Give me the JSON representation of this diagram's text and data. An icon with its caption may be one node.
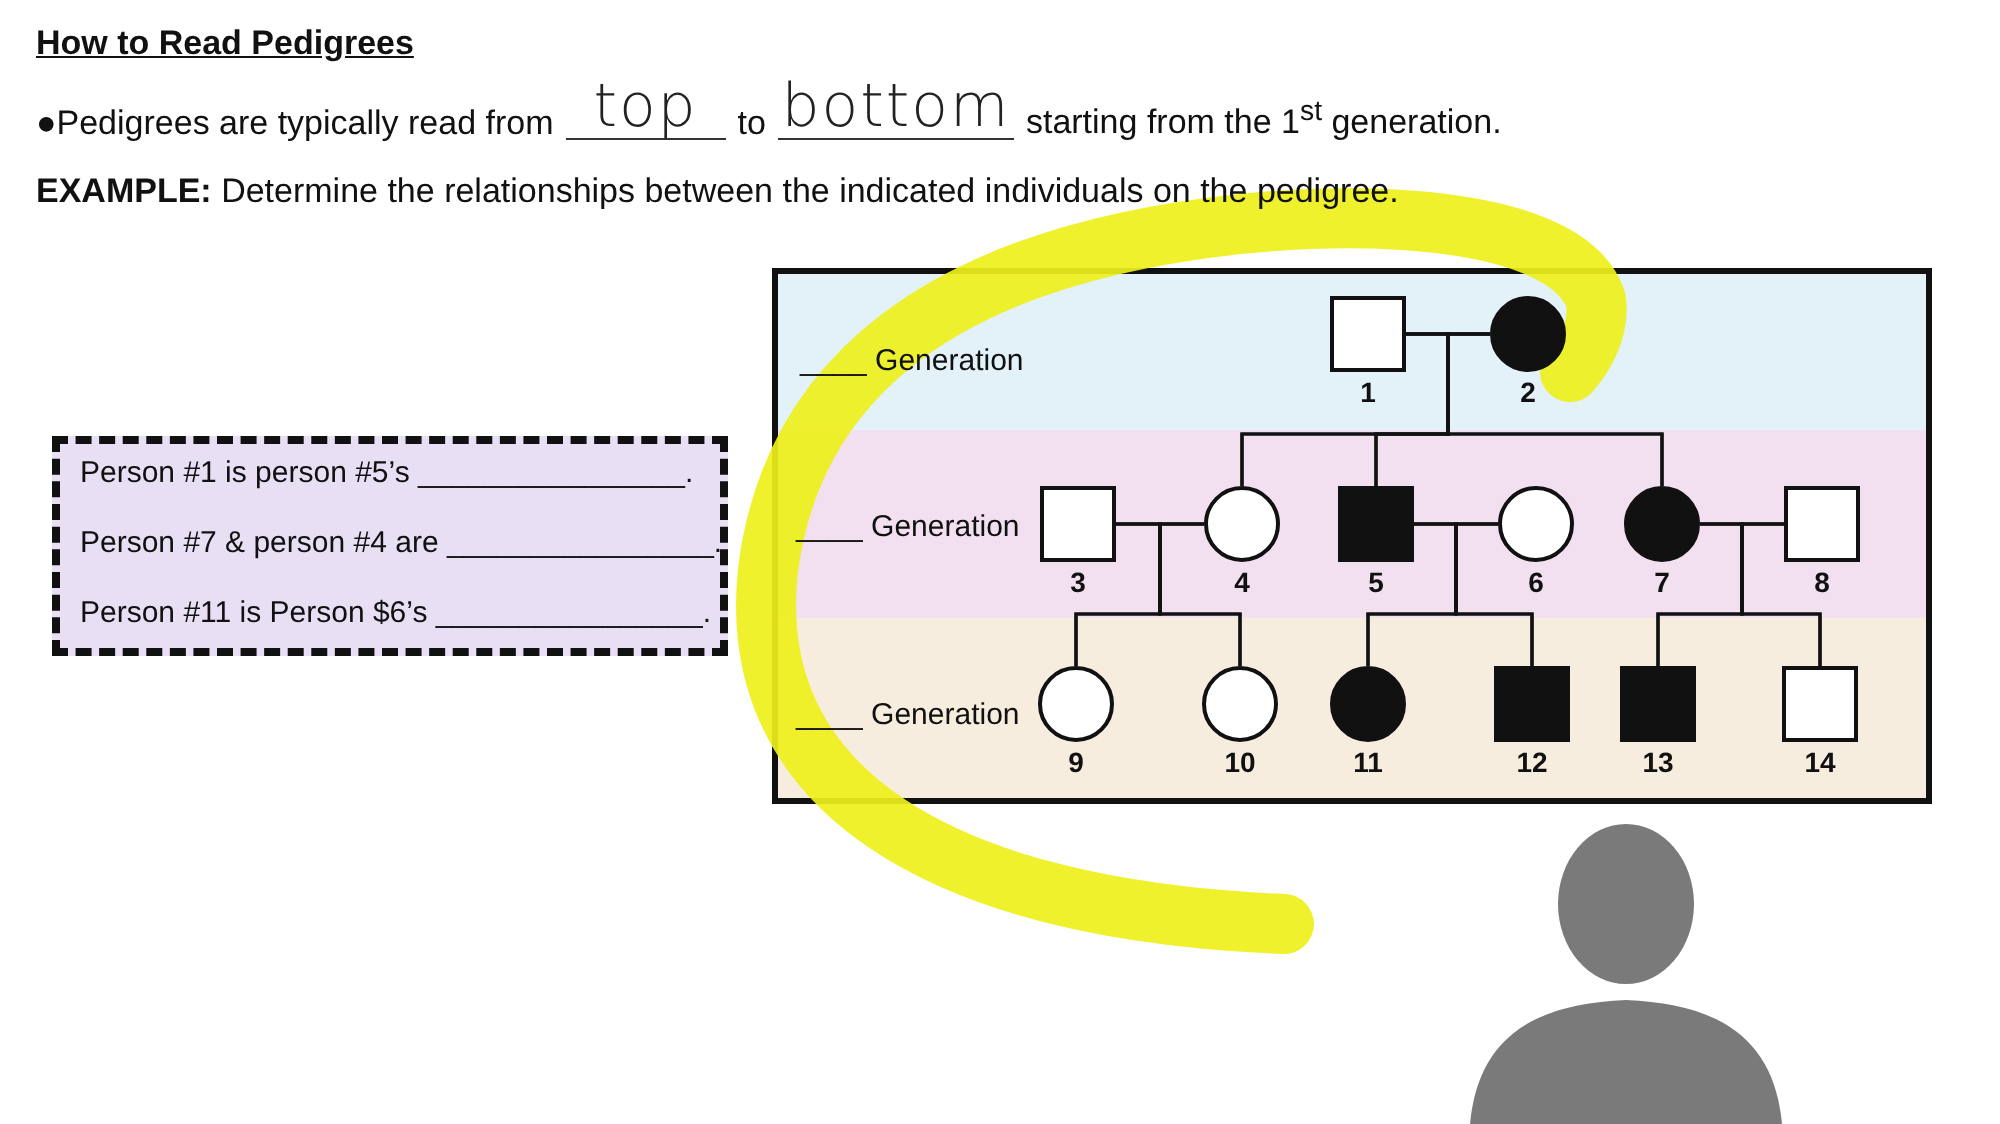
{
  "diagram": {
    "title": "How to Read Pedigrees",
    "nodes": [
      {
        "text": [
          "Person #1 is person #5’s ________________.",
          "Person #7 & person #4 are ________________.",
          "Person #11 is Person $6’s ________________."
        ]
      },
      {
        "text": [],
        "shape": "box"
      },
      {
        "text": [
          "____ Generation"
        ],
        "in": 1
      },
      {
        "text": [],
        "shape": "box",
        "in": 2,
        "beside": [
          "1"
        ]
      },
      {
        "text": [],
        "shape": "disc",
        "in": 2,
        "beside": [
          "2"
        ]
      },
      {
        "text": [
          "____ Generation"
        ],
        "in": 1
      },
      {
        "text": [],
        "shape": "box",
        "in": 5,
        "beside": [
          "3"
        ]
      },
      {
        "text": [],
        "shape": "circle",
        "in": 5,
        "beside": [
          "4"
        ]
      },
      {
        "text": [],
        "shape": "block",
        "in": 5,
        "beside": [
          "5"
        ]
      },
      {
        "text": [],
        "shape": "circle",
        "in": 5,
        "beside": [
          "6"
        ]
      },
      {
        "text": [],
        "shape": "disc",
        "in": 5,
        "beside": [
          "7"
        ]
      },
      {
        "text": [],
        "shape": "box",
        "in": 5,
        "beside": [
          "8"
        ]
      },
      {
        "text": [
          "____ Generation"
        ],
        "in": 1
      },
      {
        "text": [],
        "shape": "circle",
        "in": 12,
        "beside": [
          "9"
        ]
      },
      {
        "text": [],
        "shape": "circle",
        "in": 12,
        "beside": [
          "10"
        ]
      },
      {
        "text": [],
        "shape": "disc",
        "in": 12,
        "beside": [
          "11"
        ]
      },
      {
        "text": [],
        "shape": "block",
        "in": 12,
        "beside": [
          "12"
        ]
      },
      {
        "text": [],
        "shape": "block",
        "in": 12,
        "beside": [
          "13"
        ]
      },
      {
        "text": [],
        "shape": "box",
        "in": 12,
        "beside": [
          "14"
        ]
      }
    ],
    "edges": [
      {
        "from": 3,
        "to": 4,
        "arrow": "none"
      },
      {
        "from": 6,
        "to": 7,
        "arrow": "none"
      },
      {
        "from": 8,
        "to": 9,
        "arrow": "none"
      },
      {
        "from": 10,
        "to": 11,
        "arrow": "none"
      },
      {
        "from": 3,
        "to": 7,
        "arrow": "none"
      },
      {
        "from": 4,
        "to": 7,
        "arrow": "none"
      },
      {
        "from": 3,
        "to": 8,
        "arrow": "none"
      },
      {
        "from": 4,
        "to": 8,
        "arrow": "none"
      },
      {
        "from": 3,
        "to": 10,
        "arrow": "none"
      },
      {
        "from": 4,
        "to": 10,
        "arrow": "none"
      },
      {
        "from": 6,
        "to": 13,
        "arrow": "none"
      },
      {
        "from": 7,
        "to": 13,
        "arrow": "none"
      },
      {
        "from": 6,
        "to": 14,
        "arrow": "none"
      },
      {
        "from": 7,
        "to": 14,
        "arrow": "none"
      },
      {
        "from": 8,
        "to": 15,
        "arrow": "none"
      },
      {
        "from": 9,
        "to": 15,
        "arrow": "none"
      },
      {
        "from": 8,
        "to": 16,
        "arrow": "none"
      },
      {
        "from": 9,
        "to": 16,
        "arrow": "none"
      },
      {
        "from": 10,
        "to": 17,
        "arrow": "none"
      },
      {
        "from": 11,
        "to": 17,
        "arrow": "none"
      },
      {
        "from": 10,
        "to": 18,
        "arrow": "none"
      },
      {
        "from": 11,
        "to": 18,
        "arrow": "none"
      }
    ],
    "labels": [
      "●Pedigrees are typically read from",
      "top",
      "to",
      "bottom",
      "starting from the 1$^{st}$ generation.",
      "**EXAMPLE:** Determine the relationships between the indicated individuals on the pedigree."
    ]
  }
}
